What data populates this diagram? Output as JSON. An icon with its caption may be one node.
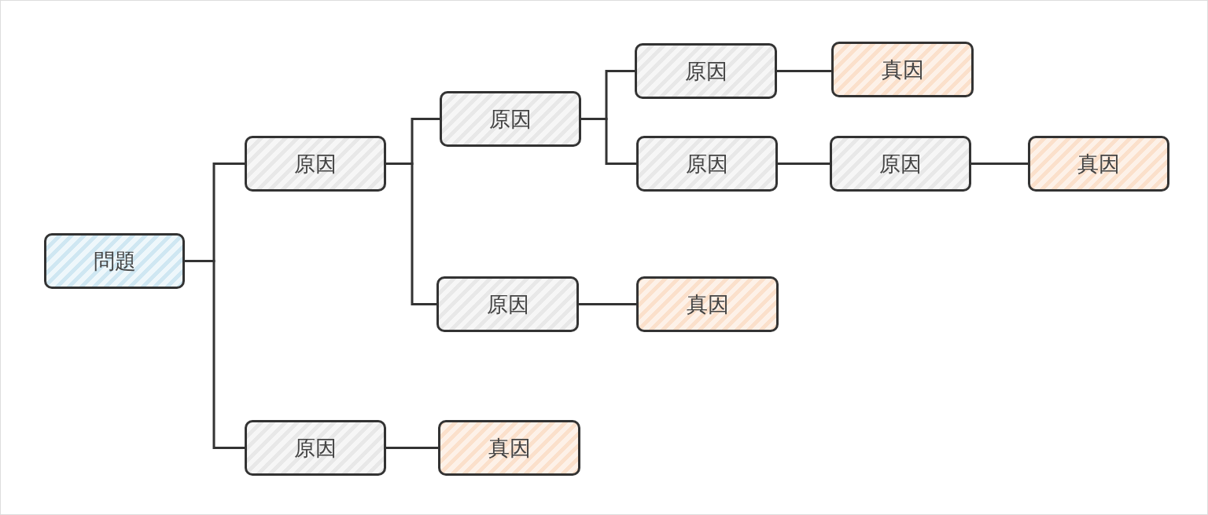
{
  "diagram": {
    "nodes": [
      {
        "text": [
          "問題"
        ]
      },
      {
        "text": [
          "原因"
        ]
      },
      {
        "text": [
          "原因"
        ]
      },
      {
        "text": [
          "原因"
        ]
      },
      {
        "text": [
          "真因"
        ]
      },
      {
        "text": [
          "原因"
        ]
      },
      {
        "text": [
          "原因"
        ]
      },
      {
        "text": [
          "真因"
        ]
      },
      {
        "text": [
          "原因"
        ]
      },
      {
        "text": [
          "真因"
        ]
      },
      {
        "text": [
          "原因"
        ]
      },
      {
        "text": [
          "真因"
        ]
      }
    ],
    "edges": [
      {
        "from": 0,
        "to": 1,
        "arrow": "none"
      },
      {
        "from": 0,
        "to": 10,
        "arrow": "none"
      },
      {
        "from": 1,
        "to": 2,
        "arrow": "none"
      },
      {
        "from": 1,
        "to": 8,
        "arrow": "none"
      },
      {
        "from": 2,
        "to": 3,
        "arrow": "none"
      },
      {
        "from": 2,
        "to": 5,
        "arrow": "none"
      },
      {
        "from": 3,
        "to": 4,
        "arrow": "none"
      },
      {
        "from": 5,
        "to": 6,
        "arrow": "none"
      },
      {
        "from": 6,
        "to": 7,
        "arrow": "none"
      },
      {
        "from": 8,
        "to": 9,
        "arrow": "none"
      },
      {
        "from": 10,
        "to": 11,
        "arrow": "none"
      }
    ]
  }
}
